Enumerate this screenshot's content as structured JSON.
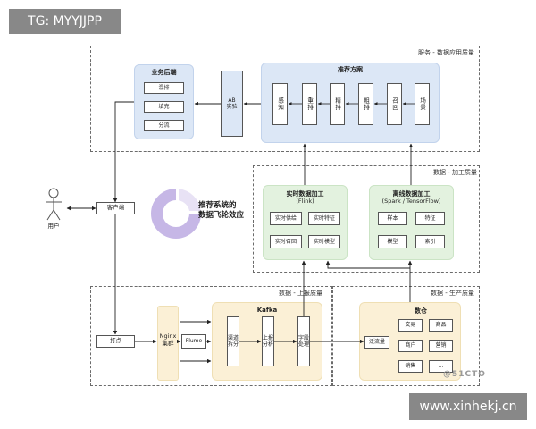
{
  "watermarks": {
    "top_left": "TG: MYYJJPP",
    "bottom_right": "www.xinhekj.cn",
    "corner_logo": "@51CTO"
  },
  "regions": {
    "service": "服务 - 数据应用质量",
    "processing": "数据 - 加工质量",
    "reporting": "数据 - 上报质量",
    "production": "数据 - 生产质量"
  },
  "business": {
    "title": "业务后端",
    "items": [
      "混排",
      "填充",
      "分流"
    ]
  },
  "ab": "AB\n实验",
  "recommend": {
    "title": "推荐方案",
    "items": [
      "感知",
      "重排",
      "精排",
      "粗排",
      "召回",
      "场景"
    ]
  },
  "user": "用户",
  "client": "客户端",
  "flywheel": {
    "line1": "推荐系统的",
    "line2": "数据飞轮效应"
  },
  "realtime": {
    "title": "实时数据加工",
    "subtitle": "(Flink)",
    "items": [
      "实时供给",
      "实时特征",
      "实时召回",
      "实时模型"
    ]
  },
  "offline": {
    "title": "离线数据加工",
    "subtitle": "(Spark / TensorFlow)",
    "items": [
      "样本",
      "特征",
      "模型",
      "索引"
    ]
  },
  "report": {
    "dot": "打点",
    "nginx": "Nginx\n集群",
    "flume": "Flume",
    "kafka": "Kafka",
    "stages": [
      "渠道\n拆分",
      "上报\n分析",
      "字段\n处理"
    ]
  },
  "warehouse": {
    "title": "数仓",
    "flow": "泛流量",
    "items": [
      "交易",
      "商品",
      "商户",
      "营销",
      "销售",
      "..."
    ]
  }
}
